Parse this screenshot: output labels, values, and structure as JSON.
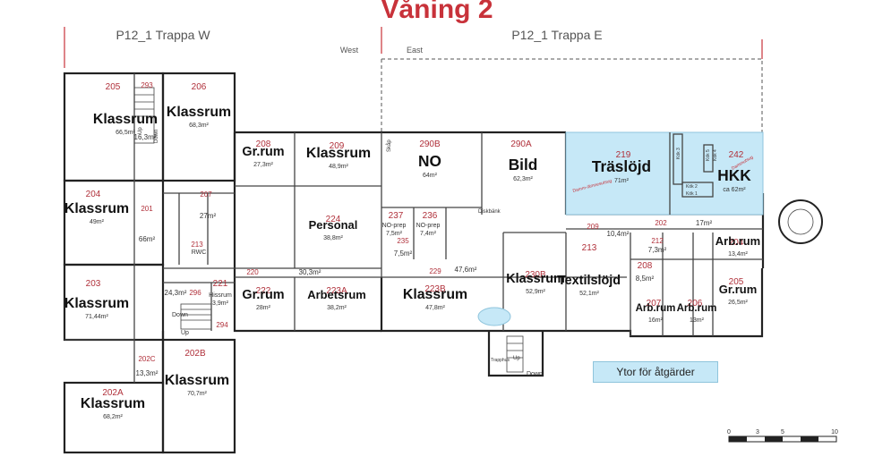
{
  "title": "Våning 2",
  "zones": {
    "west_stair": "P12_1 Trappa W",
    "east_stair": "P12_1 Trappa E",
    "west": "West",
    "east": "East"
  },
  "legend": "Ytor för åtgärder",
  "scale": [
    "0",
    "3",
    "5",
    "10"
  ],
  "notes": [
    "Damm-/ämnesutsug",
    "Dammutsug"
  ],
  "rooms": [
    {
      "id": "r205",
      "num": "205",
      "name": "Klassrum",
      "area": "66,5m²"
    },
    {
      "id": "r206",
      "num": "206",
      "name": "Klassrum",
      "area": "68,3m²"
    },
    {
      "id": "r293",
      "num": "293",
      "name": "",
      "area": "16,3m²"
    },
    {
      "id": "r204w",
      "num": "204",
      "name": "Klassrum",
      "area": "49m²"
    },
    {
      "id": "r201",
      "num": "201",
      "name": "",
      "area": "66m²"
    },
    {
      "id": "r203",
      "num": "203",
      "name": "Klassrum",
      "area": "71,44m²"
    },
    {
      "id": "r202c",
      "num": "202C",
      "name": "",
      "area": "13,3m²"
    },
    {
      "id": "r202a",
      "num": "202A",
      "name": "Klassrum",
      "area": "68,2m²"
    },
    {
      "id": "r202b",
      "num": "202B",
      "name": "Klassrum",
      "area": "70,7m²"
    },
    {
      "id": "r207w",
      "num": "207",
      "name": "",
      "area": "27m²"
    },
    {
      "id": "r213w",
      "num": "213",
      "name": "RWC",
      "area": ""
    },
    {
      "id": "r208w",
      "num": "208",
      "name": "Gr.rum",
      "area": "27,3m²"
    },
    {
      "id": "r209w",
      "num": "209",
      "name": "Klassrum",
      "area": "48,9m²"
    },
    {
      "id": "r224",
      "num": "224",
      "name": "Personal",
      "area": "38,8m²"
    },
    {
      "id": "r220",
      "num": "220",
      "name": "",
      "area": "30,3m²"
    },
    {
      "id": "r222",
      "num": "222",
      "name": "Gr.rum",
      "area": "28m²"
    },
    {
      "id": "r223a",
      "num": "223A",
      "name": "Arbetsrum",
      "area": "38,2m²"
    },
    {
      "id": "r296",
      "num": "296",
      "name": "",
      "area": "24,3m²"
    },
    {
      "id": "r221",
      "num": "221",
      "name": "Hissrum",
      "area": "3,9m²"
    },
    {
      "id": "r294",
      "num": "294",
      "name": "",
      "area": ""
    },
    {
      "id": "r290b",
      "num": "290B",
      "name": "NO",
      "area": "64m²"
    },
    {
      "id": "r237",
      "num": "237",
      "name": "NO-prep",
      "area": "7,5m²"
    },
    {
      "id": "r236",
      "num": "236",
      "name": "NO-prep",
      "area": "7,4m²"
    },
    {
      "id": "r235",
      "num": "235",
      "name": "",
      "area": "7,5m²"
    },
    {
      "id": "r229",
      "num": "229",
      "name": "",
      "area": "47,6m²"
    },
    {
      "id": "r223b",
      "num": "223B",
      "name": "Klassrum",
      "area": "47,8m²"
    },
    {
      "id": "r290a",
      "num": "290A",
      "name": "Bild",
      "area": "62,3m²"
    },
    {
      "id": "r230b",
      "num": "230B",
      "name": "Klassrum",
      "area": "52,9m²"
    },
    {
      "id": "r219",
      "num": "219",
      "name": "Träslöjd",
      "area": "71m²"
    },
    {
      "id": "r242",
      "num": "242",
      "name": "HKK",
      "area": "ca 62m²"
    },
    {
      "id": "r209e",
      "num": "209",
      "name": "",
      "area": "10,4m²"
    },
    {
      "id": "r213e",
      "num": "213",
      "name": "Textilslöjd",
      "area": "52,1m²"
    },
    {
      "id": "r212",
      "num": "212",
      "name": "",
      "area": "7,3m²"
    },
    {
      "id": "r208e",
      "num": "208",
      "name": "",
      "area": "8,5m²"
    },
    {
      "id": "r202e",
      "num": "202",
      "name": "",
      "area": "17m²"
    },
    {
      "id": "r204e",
      "num": "204",
      "name": "Arb.rum",
      "area": "13,4m²"
    },
    {
      "id": "r205e",
      "num": "205",
      "name": "Gr.rum",
      "area": "26,5m²"
    },
    {
      "id": "r207e",
      "num": "207",
      "name": "Arb.rum",
      "area": "16m²"
    },
    {
      "id": "r206e",
      "num": "206",
      "name": "Arb.rum",
      "area": "13m²"
    }
  ],
  "labels": {
    "up": "Up",
    "down": "Down",
    "skap": "Skåp",
    "diskbank": "Diskbänk",
    "kok1": "Kök 1",
    "kok2": "Kök 2",
    "kok3": "Kök 3",
    "kok4": "Kök 4",
    "kok5": "Kök 5",
    "trapphus": "Trapphus"
  }
}
